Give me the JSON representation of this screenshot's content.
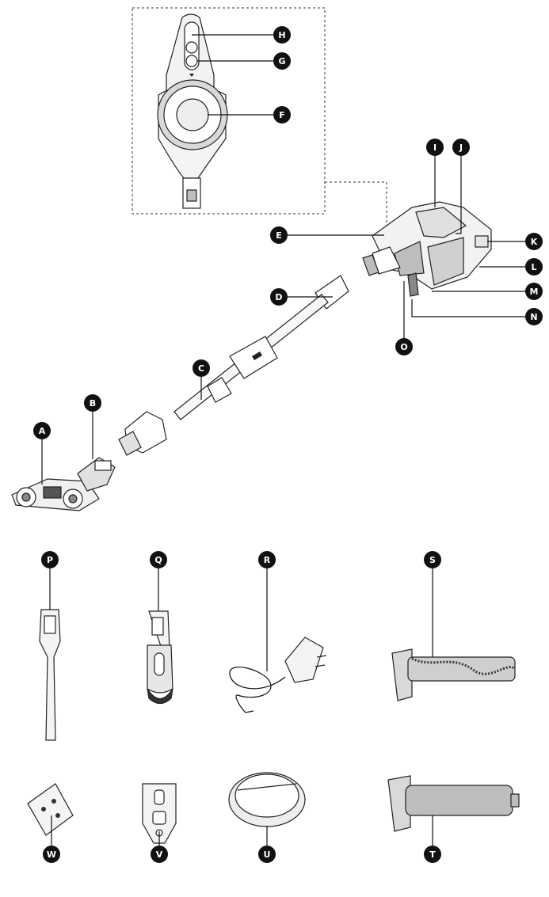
{
  "callouts": {
    "A": "A",
    "B": "B",
    "C": "C",
    "D": "D",
    "E": "E",
    "F": "F",
    "G": "G",
    "H": "H",
    "I": "I",
    "J": "J",
    "K": "K",
    "L": "L",
    "M": "M",
    "N": "N",
    "O": "O",
    "P": "P",
    "Q": "Q",
    "R": "R",
    "S": "S",
    "T": "T",
    "U": "U",
    "V": "V",
    "W": "W"
  },
  "colors": {
    "label_fill": "#111111",
    "label_text": "#ffffff",
    "line": "#222222",
    "part_light": "#e6e6e6",
    "part_mid": "#bdbdbd",
    "part_dark": "#555555"
  }
}
